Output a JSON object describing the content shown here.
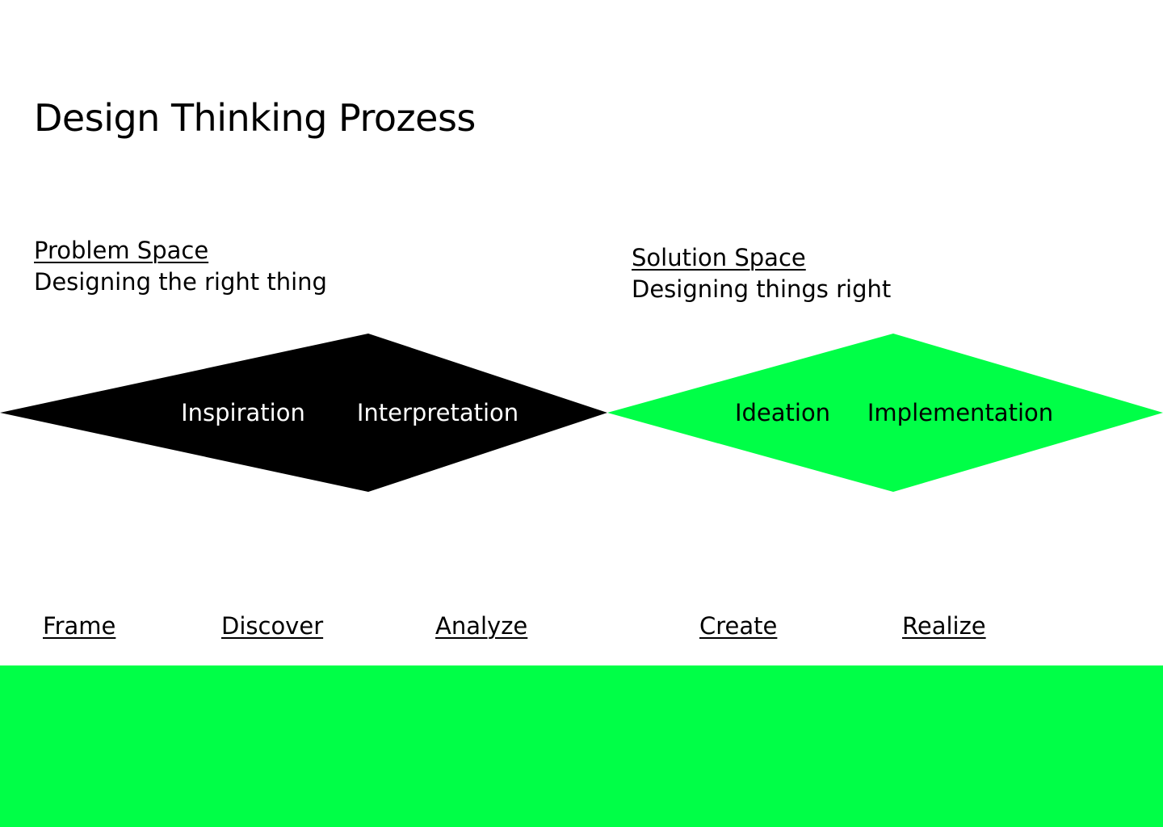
{
  "title": "Design Thinking Prozess",
  "colors": {
    "accent": "#00ff47",
    "dark": "#000000",
    "light_text": "#ffffff"
  },
  "problem_space": {
    "heading": "Problem Space",
    "subtitle": "Designing the right thing",
    "left_label": "Inspiration",
    "right_label": "Interpretation"
  },
  "solution_space": {
    "heading": "Solution Space",
    "subtitle": "Designing things right",
    "left_label": "Ideation",
    "right_label": "Implementation"
  },
  "phases": [
    {
      "label": "Frame"
    },
    {
      "label": "Discover"
    },
    {
      "label": "Analyze"
    },
    {
      "label": "Create"
    },
    {
      "label": "Realize"
    }
  ]
}
